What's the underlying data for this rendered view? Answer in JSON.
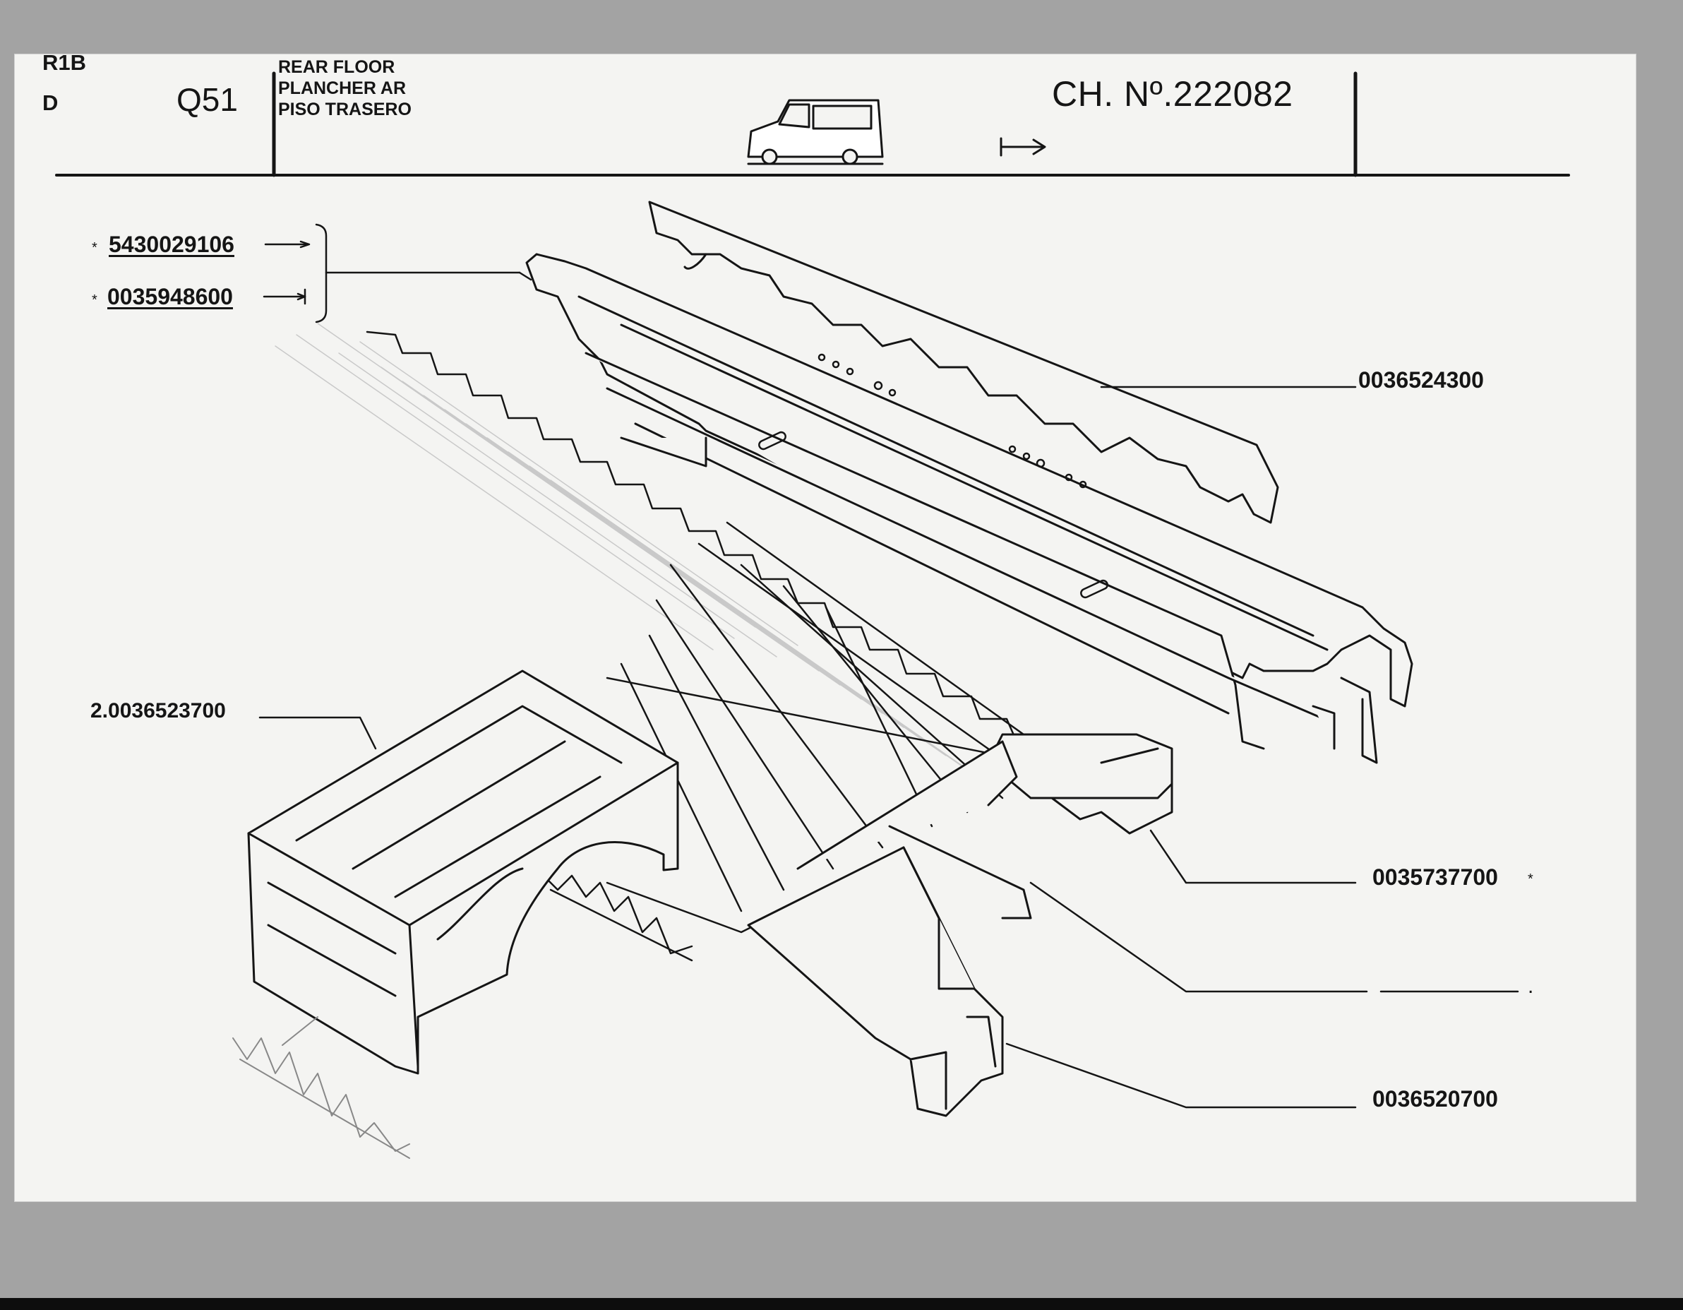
{
  "header": {
    "code_r1b": "R1B",
    "code_d": "D",
    "page_number": "Q51",
    "title_en": "REAR FLOOR",
    "title_fr": "PLANCHER AR",
    "title_es": "PISO TRASERO",
    "vehicle_icon": "van-icon",
    "chassis_arrow": "↦",
    "chassis_label": "CH. Nº.222082"
  },
  "parts": {
    "ref_star_1": "*",
    "ref_1": "5430029106",
    "ref_star_2": "*",
    "ref_2": "0035948600",
    "rear_crossbar": "0036524300",
    "wheel_arch": "2.0036523700",
    "floor_rail": "0035737700",
    "floor_rail_star": "*",
    "unnumbered_dot": ".",
    "side_beam": "0036520700"
  },
  "colors": {
    "background": "#a3a3a3",
    "sheet": "#f4f4f2",
    "ink": "#151515"
  }
}
